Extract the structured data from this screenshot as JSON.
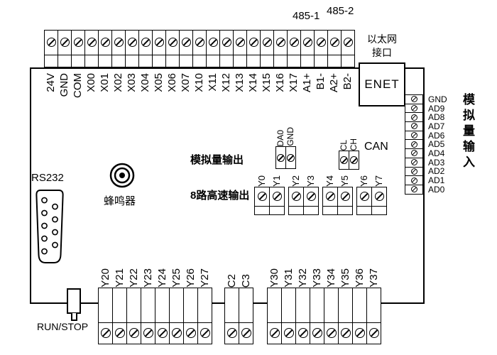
{
  "title_labels": {
    "rs485_1": "485-1",
    "rs485_2": "485-2",
    "ethernet_line1": "以太网",
    "ethernet_line2": "接口",
    "enet": "ENET",
    "can": "CAN",
    "analog_out": "模拟量输出",
    "high_speed_out": "8路高速输出",
    "analog_in": "模拟量输入",
    "rs232": "RS232",
    "buzzer": "蜂鸣器",
    "run_stop": "RUN/STOP"
  },
  "top_terminals": [
    "24V",
    "GND",
    "COM",
    "X00",
    "X01",
    "X02",
    "X03",
    "X04",
    "X05",
    "X06",
    "X07",
    "X10",
    "X11",
    "X12",
    "X13",
    "X14",
    "X15",
    "X16",
    "X17",
    "A1+",
    "B1-",
    "A2+",
    "B2-"
  ],
  "analog_input_pins": [
    "GND",
    "AD9",
    "AD8",
    "AD7",
    "AD6",
    "AD5",
    "AD4",
    "AD3",
    "AD2",
    "AD1",
    "AD0"
  ],
  "analog_output_pins": [
    "DA0",
    "GND"
  ],
  "can_pins": [
    "CL",
    "CH"
  ],
  "high_speed_output_pins": [
    "Y0",
    "Y1",
    "Y2",
    "Y3",
    "Y4",
    "Y5",
    "Y6",
    "Y7"
  ],
  "bottom_left_terminals": [
    "Y20",
    "Y21",
    "Y22",
    "Y23",
    "Y24",
    "Y25",
    "Y26",
    "Y27"
  ],
  "bottom_middle_terminals": [
    "C2",
    "C3"
  ],
  "bottom_right_terminals": [
    "Y30",
    "Y31",
    "Y32",
    "Y33",
    "Y34",
    "Y35",
    "Y36",
    "Y37"
  ]
}
